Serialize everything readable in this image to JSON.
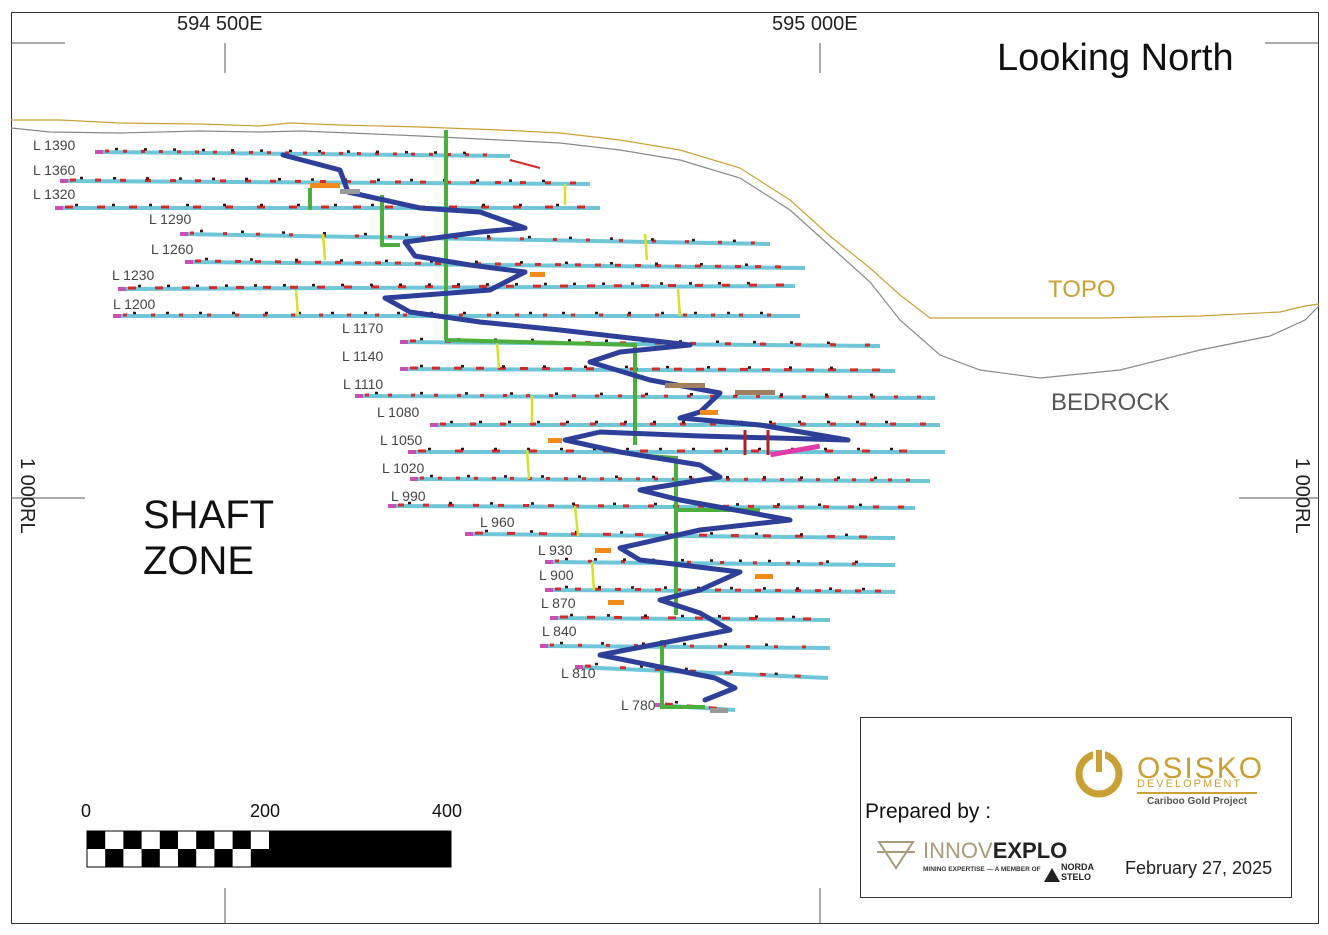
{
  "title": "Looking North",
  "zone_label": [
    "SHAFT",
    "ZONE"
  ],
  "surface_labels": {
    "topo": "TOPO",
    "bedrock": "BEDROCK"
  },
  "easting_labels": [
    "594 500E",
    "595 000E"
  ],
  "rl_label": "1 000RL",
  "levels": [
    {
      "label": "L 1390"
    },
    {
      "label": "L 1360"
    },
    {
      "label": "L 1320"
    },
    {
      "label": "L 1290"
    },
    {
      "label": "L 1260"
    },
    {
      "label": "L 1230"
    },
    {
      "label": "L 1200"
    },
    {
      "label": "L 1170"
    },
    {
      "label": "L 1140"
    },
    {
      "label": "L 1110"
    },
    {
      "label": "L 1080"
    },
    {
      "label": "L 1050"
    },
    {
      "label": "L 1020"
    },
    {
      "label": "L 990"
    },
    {
      "label": "L 960"
    },
    {
      "label": "L 930"
    },
    {
      "label": "L 900"
    },
    {
      "label": "L 870"
    },
    {
      "label": "L 840"
    },
    {
      "label": "L 810"
    },
    {
      "label": "L 780"
    }
  ],
  "scale_bar": {
    "ticks": [
      "0",
      "200",
      "400"
    ]
  },
  "legend": {
    "prepared_by": "Prepared by :",
    "osisko_name": "OSISKO",
    "osisko_sub": "DEVELOPMENT",
    "project": "Cariboo Gold Project",
    "innov_a": "INNOV",
    "innov_b": "EXPLO",
    "innov_tag": "MINING EXPERTISE — A MEMBER OF",
    "norda_a": "NORDA",
    "norda_b": "STELO",
    "date": "February 27, 2025"
  },
  "colors": {
    "drift": "#6ec6d8",
    "ramp": "#2e3f9a",
    "shaft": "#4cae3c",
    "topo": "#c9a033",
    "bedrock": "#888888",
    "ore": "#d42a2a"
  }
}
